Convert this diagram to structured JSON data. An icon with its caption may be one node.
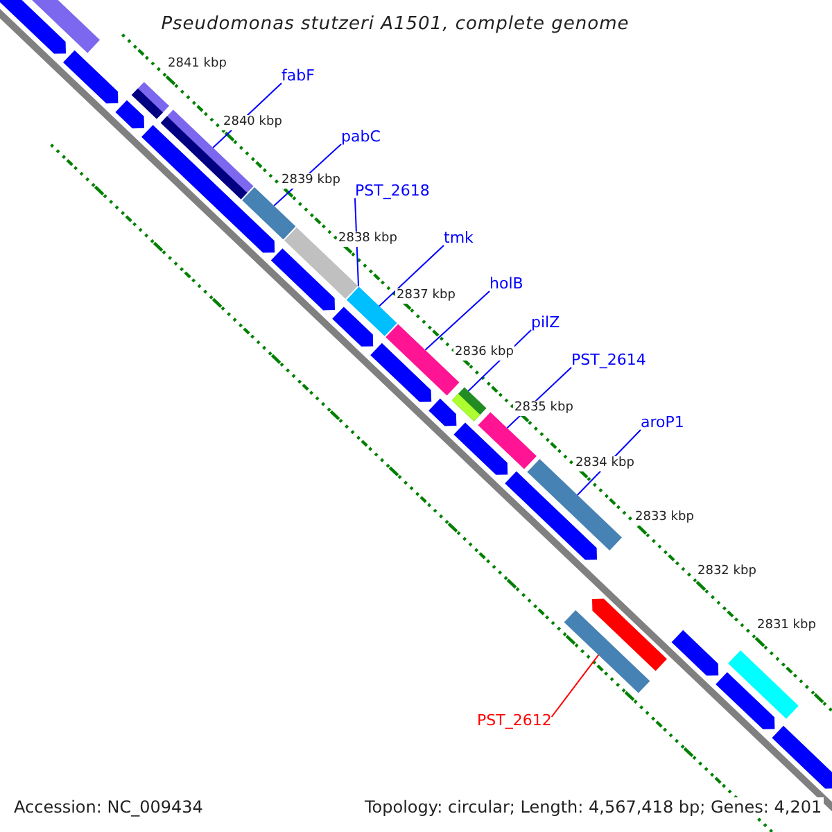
{
  "diagram": {
    "title": "Pseudomonas stutzeri A1501, complete genome",
    "nodes": [
      {
        "text": [
          "fabF"
        ]
      },
      {
        "text": [],
        "shape": "bar"
      },
      {
        "text": [
          "pabC"
        ]
      },
      {
        "text": [],
        "shape": "bar"
      },
      {
        "text": [
          "PST_2618"
        ]
      },
      {
        "text": [],
        "shape": "bar"
      },
      {
        "text": [
          "tmk"
        ]
      },
      {
        "text": [],
        "shape": "bar"
      },
      {
        "text": [
          "holB"
        ]
      },
      {
        "text": [],
        "shape": "bar"
      },
      {
        "text": [
          "pilZ"
        ]
      },
      {
        "text": [],
        "shape": "bar"
      },
      {
        "text": [
          "PST_2614"
        ]
      },
      {
        "text": [],
        "shape": "bar"
      },
      {
        "text": [
          "aroP1"
        ]
      },
      {
        "text": [],
        "shape": "bar"
      },
      {
        "text": [
          "PST_2612"
        ]
      },
      {
        "text": [],
        "shape": "bar"
      },
      {
        "text": [],
        "shape": "bar"
      },
      {
        "text": [],
        "shape": "bar"
      },
      {
        "text": [],
        "shape": "bar"
      },
      {
        "text": [],
        "shape": "bar"
      },
      {
        "text": [],
        "shape": "bar"
      },
      {
        "text": [],
        "shape": "bar"
      },
      {
        "text": [],
        "shape": "bar"
      },
      {
        "text": [],
        "shape": "bar"
      },
      {
        "text": [],
        "shape": "bar"
      },
      {
        "text": [],
        "shape": "bar"
      },
      {
        "text": [],
        "shape": "bar"
      },
      {
        "text": [],
        "shape": "bar"
      },
      {
        "text": [],
        "shape": "bar"
      },
      {
        "text": [],
        "shape": "bar"
      },
      {
        "text": [],
        "shape": "bar"
      },
      {
        "text": [],
        "shape": "bar"
      },
      {
        "text": [],
        "shape": "bar"
      }
    ],
    "edges": [
      {
        "from": 0,
        "to": 1,
        "arrow": "none"
      },
      {
        "from": 2,
        "to": 3,
        "arrow": "none"
      },
      {
        "from": 4,
        "to": 5,
        "arrow": "none"
      },
      {
        "from": 6,
        "to": 7,
        "arrow": "none"
      },
      {
        "from": 8,
        "to": 9,
        "arrow": "none"
      },
      {
        "from": 10,
        "to": 11,
        "arrow": "none"
      },
      {
        "from": 12,
        "to": 13,
        "arrow": "none"
      },
      {
        "from": 14,
        "to": 15,
        "arrow": "none"
      },
      {
        "from": 16,
        "to": 17,
        "arrow": "none",
        "color": "#ff0000"
      }
    ],
    "labels": [
      "2841 kbp",
      "2840 kbp",
      "2839 kbp",
      "2838 kbp",
      "2837 kbp",
      "2836 kbp",
      "2835 kbp",
      "2834 kbp",
      "2833 kbp",
      "2832 kbp",
      "2831 kbp",
      "Accession: NC_009434",
      "Topology: circular; Length: 4,567,418 bp; Genes: 4,201"
    ]
  }
}
